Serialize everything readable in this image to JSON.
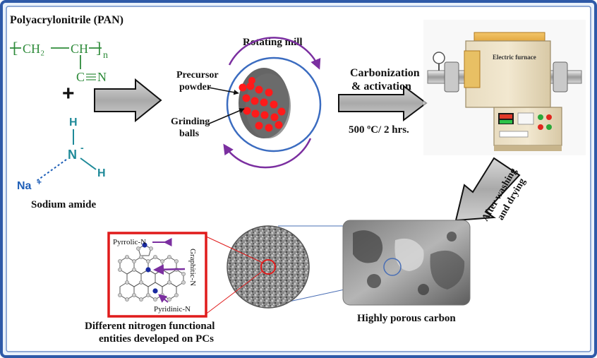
{
  "pan": {
    "title": "Polyacrylonitrile (PAN)",
    "left_bracket": "[",
    "ch2": "CH₂",
    "ch": "CH",
    "right_bracket": "]",
    "subscript_n": "n",
    "nitrile_c": "C",
    "nitrile_n": "N"
  },
  "plus": "+",
  "amide": {
    "h_top": "H",
    "n": "N",
    "minus": "-",
    "h_right": "H",
    "na": "Na",
    "plus": "+",
    "caption": "Sodium amide"
  },
  "mill": {
    "title": "Rotating  mill",
    "precursor_label_1": "Precursor",
    "precursor_label_2": "powder",
    "grinding_label_1": "Grinding",
    "grinding_label_2": "balls"
  },
  "process": {
    "line1": "Carbonization",
    "line2": "& activation",
    "condition": "500 ºC/ 2 hrs."
  },
  "furnace": {
    "label": "Electric furnace"
  },
  "wash": {
    "line1": "After washing",
    "line2": "and drying"
  },
  "porous": {
    "caption": "Highly porous carbon"
  },
  "nitrogen": {
    "pyrrolic": "Pyrrolic-N",
    "graphitic": "Graphitic-N",
    "pyridinic": "Pyridinic-N",
    "caption_1": "Different nitrogen functional",
    "caption_2": "entities developed on PCs"
  },
  "colors": {
    "frame_blue": "#2f5aa8",
    "pan_green": "#2e8b3a",
    "amide_teal": "#1f8a99",
    "na_blue": "#1f5fb8",
    "ball_red": "#ff1a1a",
    "arrow_purple": "#7b2fa0",
    "box_red": "#e01b1b",
    "n_atom_blue": "#1a2aa0"
  }
}
